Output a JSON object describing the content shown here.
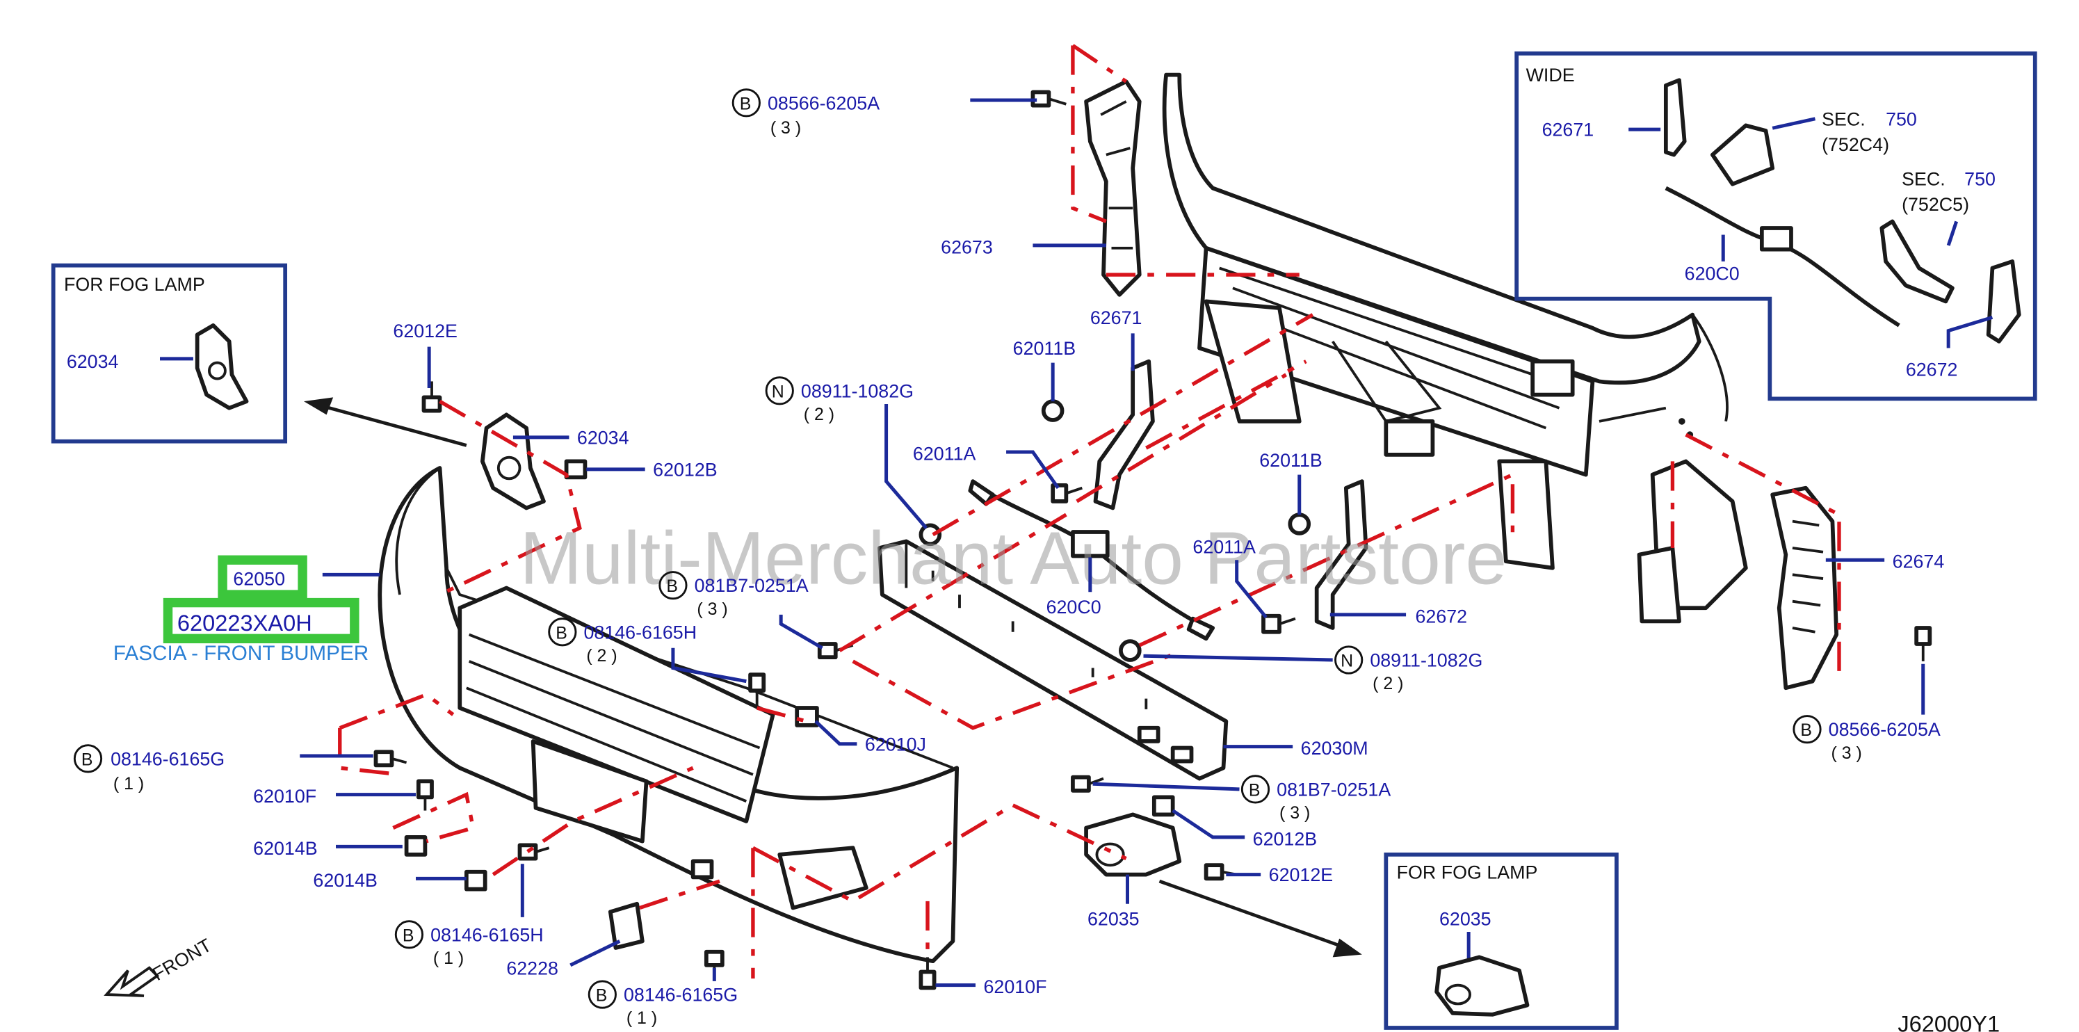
{
  "diagram_code": "J62000Y1",
  "watermark": "Multi-Merchant Auto Partstore",
  "insets": {
    "fog_lamp_left": {
      "title": "FOR   FOG   LAMP",
      "part": "62034"
    },
    "fog_lamp_right": {
      "title": "FOR   FOG   LAMP",
      "part": "62035"
    },
    "wide": {
      "title": "WIDE",
      "sec_label": "SEC.",
      "sec_number": "750",
      "sec_code_1": "(752C4)",
      "sec_code_2": "(752C5)",
      "parts": [
        "62671",
        "620C0",
        "62672"
      ]
    }
  },
  "highlighted": {
    "part_number": "62050",
    "catalog_number": "620223XA0H",
    "description": "FASCIA - FRONT BUMPER"
  },
  "front_label": "FRONT",
  "callouts": {
    "c1": {
      "part": "08566-6205A",
      "qty": "(   3   )",
      "badge": "B"
    },
    "c2": {
      "part": "62673"
    },
    "c3": {
      "part": "62671"
    },
    "c4": {
      "part": "62011B"
    },
    "c5": {
      "part": "08911-1082G",
      "qty": "(   2   )",
      "badge": "N"
    },
    "c6": {
      "part": "62011A"
    },
    "c7": {
      "part": "62012E"
    },
    "c8": {
      "part": "62034"
    },
    "c9": {
      "part": "62012B"
    },
    "c10": {
      "part": "081B7-0251A",
      "qty": "(   3   )",
      "badge": "B"
    },
    "c11": {
      "part": "620C0"
    },
    "c12": {
      "part": "62011B"
    },
    "c13": {
      "part": "62011A"
    },
    "c14": {
      "part": "62672"
    },
    "c15": {
      "part": "62674"
    },
    "c16": {
      "part": "08146-6165H",
      "qty": "(   2   )",
      "badge": "B"
    },
    "c17": {
      "part": "08911-1082G",
      "qty": "(   2   )",
      "badge": "N"
    },
    "c18": {
      "part": "62010J"
    },
    "c19": {
      "part": "62030M"
    },
    "c20": {
      "part": "08566-6205A",
      "qty": "(   3   )",
      "badge": "B"
    },
    "c21": {
      "part": "08146-6165G",
      "qty": "(   1   )",
      "badge": "B"
    },
    "c22": {
      "part": "62010F"
    },
    "c23": {
      "part": "62014B"
    },
    "c24": {
      "part": "62014B"
    },
    "c25": {
      "part": "081B7-0251A",
      "qty": "(   3   )",
      "badge": "B"
    },
    "c26": {
      "part": "62012B"
    },
    "c27": {
      "part": "62012E"
    },
    "c28": {
      "part": "62035"
    },
    "c29": {
      "part": "08146-6165H",
      "qty": "(   1   )",
      "badge": "B"
    },
    "c30": {
      "part": "62228"
    },
    "c31": {
      "part": "08146-6165G",
      "qty": "(   1   )",
      "badge": "B"
    },
    "c32": {
      "part": "62010F"
    }
  },
  "colors": {
    "label": "#1a1aa8",
    "leader": "#1c2a9a",
    "assembly_line": "#d8141c",
    "highlight": "#3cc63c",
    "description": "#2a7fd4"
  }
}
